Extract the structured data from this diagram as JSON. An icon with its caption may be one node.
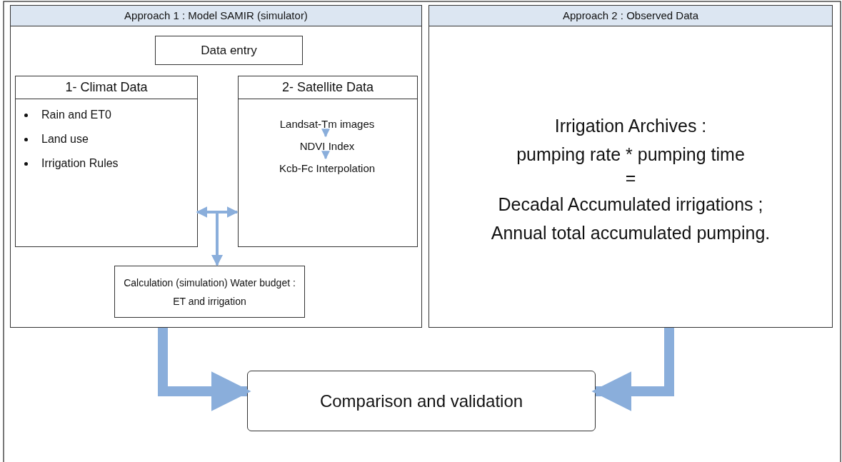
{
  "diagram": {
    "nodes": [
      {
        "text": [
          "Approach 1 : Model SAMIR (simulator)"
        ]
      },
      {
        "text": [
          "Data entry"
        ],
        "in": 0
      },
      {
        "text": [
          "1- Climat Data",
          "Rain and ET0",
          "Land use",
          "Irrigation Rules"
        ],
        "in": 0
      },
      {
        "text": [
          "2- Satellite Data"
        ],
        "in": 0
      },
      {
        "text": [
          "Landsat-Tm images"
        ],
        "in": 3
      },
      {
        "text": [
          "NDVI Index"
        ],
        "in": 3
      },
      {
        "text": [
          "Kcb-Fc Interpolation"
        ],
        "in": 3
      },
      {
        "text": [
          "Calculation (simulation) Water budget : ET and irrigation"
        ],
        "in": 0
      },
      {
        "text": [
          "Approach 2 : Observed Data",
          "Irrigation Archives :",
          "pumping rate * pumping time",
          "=",
          "Decadal Accumulated irrigations ;",
          "Annual total accumulated pumping."
        ]
      },
      {
        "text": [
          "Comparison and validation"
        ]
      }
    ],
    "edges": [
      {
        "from": 2,
        "to": 3,
        "arrow": "both"
      },
      {
        "from": 2,
        "to": 7,
        "arrow": "to"
      },
      {
        "from": 3,
        "to": 7,
        "arrow": "to"
      },
      {
        "from": 4,
        "to": 5,
        "arrow": "to"
      },
      {
        "from": 5,
        "to": 6,
        "arrow": "to"
      },
      {
        "from": 0,
        "to": 9,
        "arrow": "to",
        "style": "thick"
      },
      {
        "from": 8,
        "to": 9,
        "arrow": "to",
        "style": "thick"
      }
    ]
  }
}
